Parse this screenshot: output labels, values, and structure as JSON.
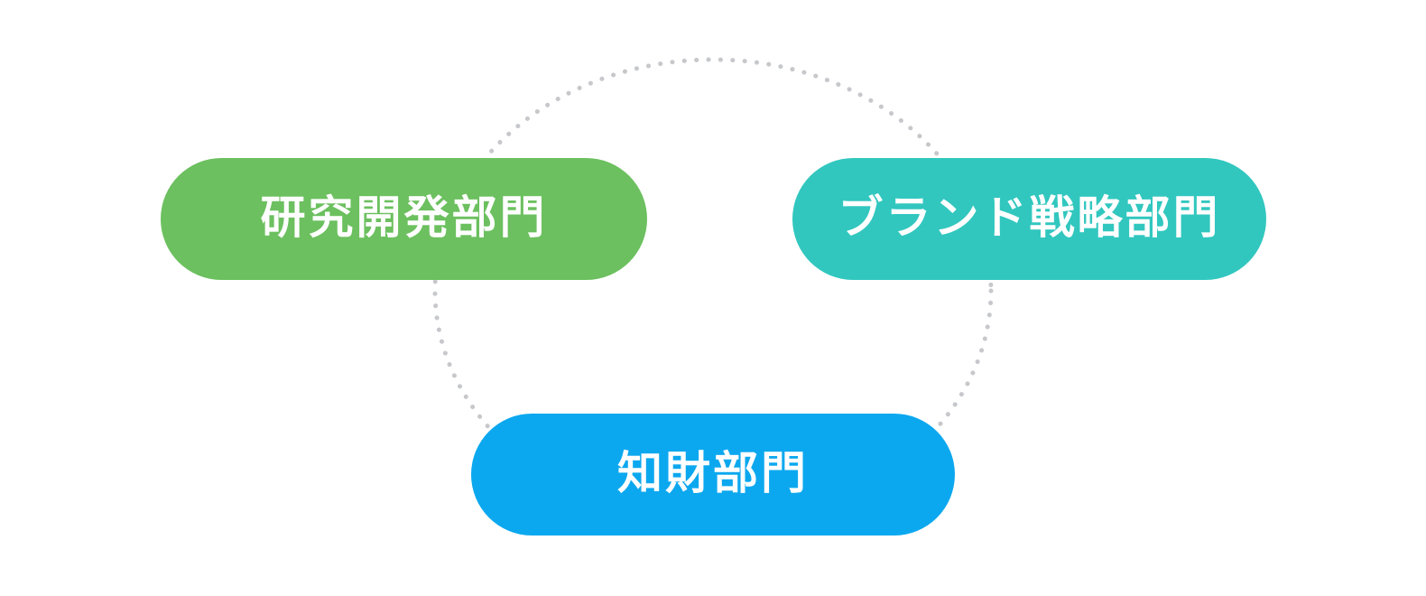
{
  "diagram": {
    "background_color": "#ffffff",
    "connector": {
      "shape": "dotted-ellipse",
      "dot_color": "#c6c8cb"
    },
    "departments": [
      {
        "label": "研究開発部門",
        "color": "#6cc05f",
        "text_color": "#ffffff"
      },
      {
        "label": "ブランド戦略部門",
        "color": "#31c7bf",
        "text_color": "#ffffff"
      },
      {
        "label": "知財部門",
        "color": "#0ca8ef",
        "text_color": "#ffffff"
      }
    ]
  }
}
